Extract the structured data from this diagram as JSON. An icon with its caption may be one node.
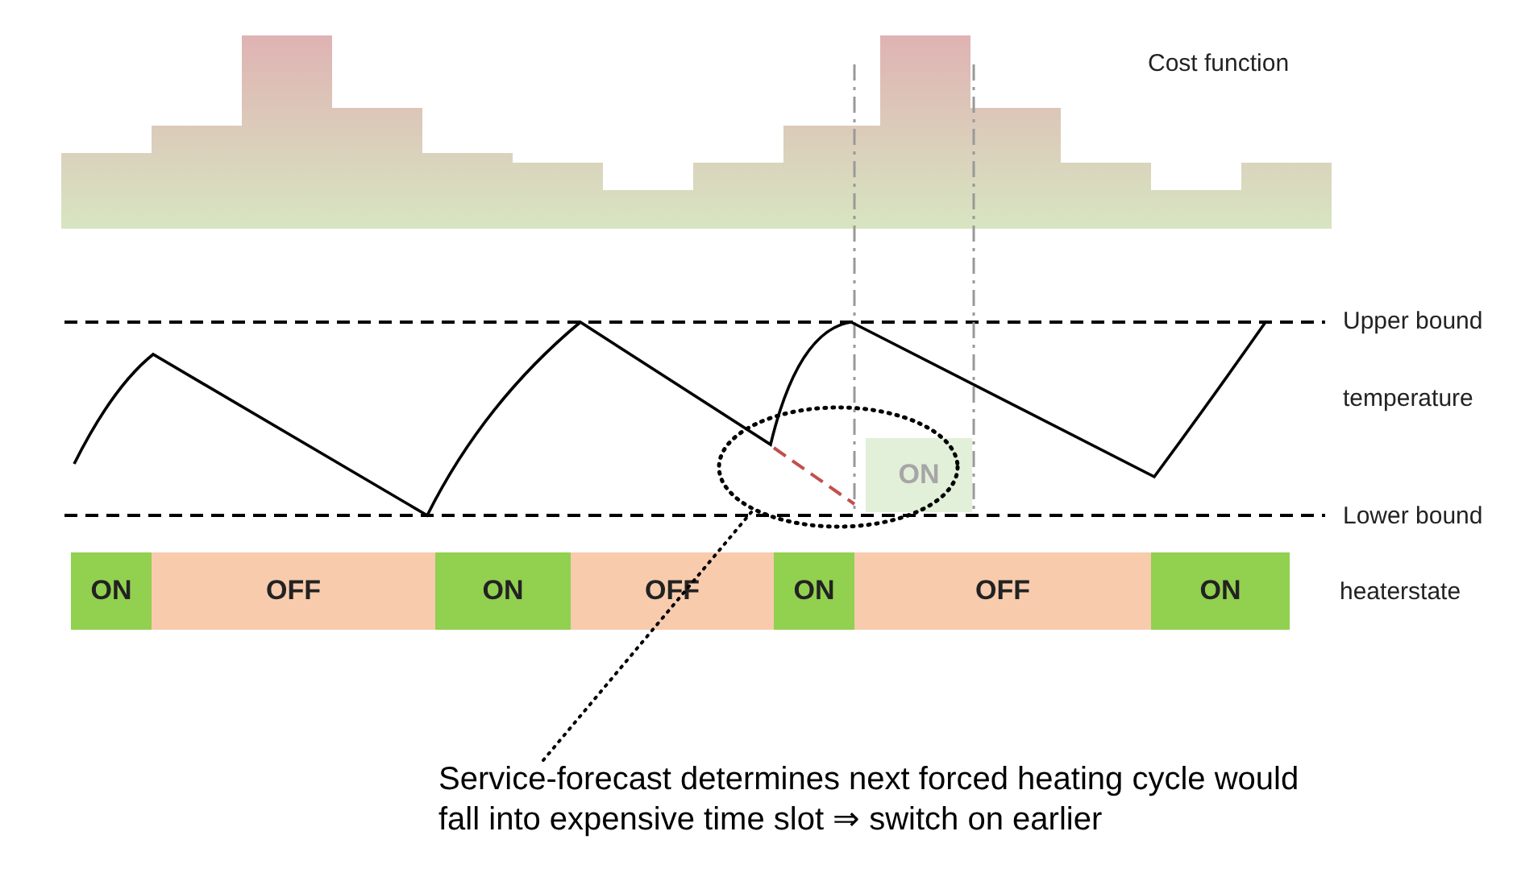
{
  "diagram": {
    "nodes": [
      {
        "text": [
          "ON"
        ]
      },
      {
        "text": [
          "OFF"
        ]
      },
      {
        "text": [
          "ON"
        ]
      },
      {
        "text": [
          "OFF"
        ]
      },
      {
        "text": [
          "ON"
        ]
      },
      {
        "text": [
          "OFF"
        ]
      },
      {
        "text": [
          "ON"
        ]
      },
      {
        "text": [
          "ON"
        ]
      },
      {
        "text": [],
        "shape": "ellipse"
      },
      {
        "text": [
          "Service-forecast determines next forced heating cycle would fall into expensive time slot ⇒ switch on earlier"
        ]
      }
    ],
    "edges": [
      {
        "from": 9,
        "to": 8,
        "arrow": "none",
        "style": "dashed"
      }
    ],
    "labels": [
      "Cost function",
      "Upper bound",
      "temperature",
      "Lower bound",
      "heaterstate"
    ]
  }
}
